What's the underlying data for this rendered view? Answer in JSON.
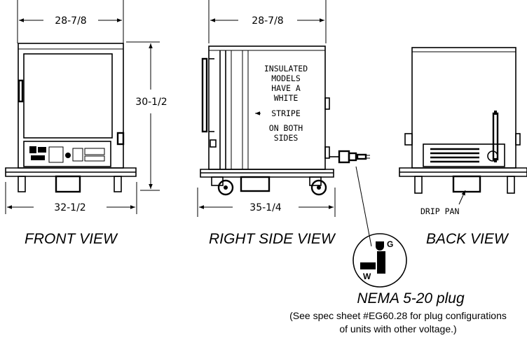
{
  "dimensions": {
    "front_width": "28-7/8",
    "height": "30-1/2",
    "front_overall": "32-1/2",
    "side_width": "28-7/8",
    "side_depth": "35-1/4"
  },
  "note_lines": [
    "INSULATED",
    "MODELS",
    "HAVE A",
    "WHITE",
    "STRIPE",
    "ON BOTH",
    "SIDES"
  ],
  "drip_pan_label": "DRIP PAN",
  "views": {
    "front": "FRONT VIEW",
    "side": "RIGHT SIDE VIEW",
    "back": "BACK VIEW"
  },
  "plug": {
    "title": "NEMA 5-20 plug",
    "ground_label": "G",
    "neutral_label": "W",
    "spec_line1": "(See spec sheet #EG60.28 for plug configurations",
    "spec_line2": "of units with other voltage.)"
  }
}
